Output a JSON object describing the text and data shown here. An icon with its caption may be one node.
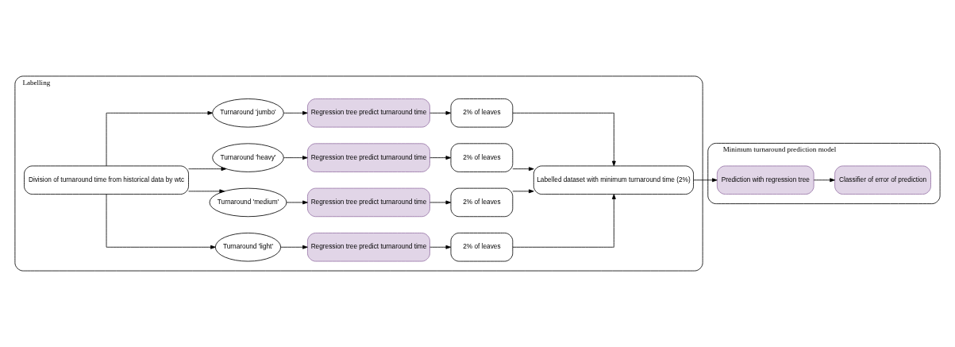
{
  "diagram": {
    "nodes": [
      {
        "text": [
          "Labelling"
        ]
      },
      {
        "text": [
          "Division of turnaround time from historical data by wtc"
        ],
        "in": 0
      },
      {
        "text": [
          "Turnaround 'light'"
        ],
        "in": 0
      },
      {
        "text": [
          "Regression tree predict turnaround time"
        ],
        "in": 0
      },
      {
        "text": [
          "2% of leaves"
        ],
        "in": 0
      },
      {
        "text": [
          "Turnaround 'medium'"
        ],
        "in": 0
      },
      {
        "text": [
          "Regression tree predict turnaround time"
        ],
        "in": 0
      },
      {
        "text": [
          "2% of leaves"
        ],
        "in": 0
      },
      {
        "text": [
          "Turnaround 'heavy'"
        ],
        "in": 0
      },
      {
        "text": [
          "Regression tree predict turnaround time"
        ],
        "in": 0
      },
      {
        "text": [
          "2% of leaves"
        ],
        "in": 0
      },
      {
        "text": [
          "Turnaround 'jumbo'"
        ],
        "in": 0
      },
      {
        "text": [
          "Regression tree predict turnaround time"
        ],
        "in": 0
      },
      {
        "text": [
          "2% of leaves"
        ],
        "in": 0
      },
      {
        "text": [
          "Labelled dataset with minimum turnaround time (2%)"
        ],
        "in": 0
      },
      {
        "text": [
          "Minimum turnaround prediction model"
        ]
      },
      {
        "text": [
          "Prediction with regression tree"
        ],
        "in": 15
      },
      {
        "text": [
          "Classifier of error of prediction"
        ],
        "in": 15
      }
    ],
    "edges": [
      {
        "from": 1,
        "to": 2,
        "arrow": "to"
      },
      {
        "from": 1,
        "to": 5,
        "arrow": "to"
      },
      {
        "from": 1,
        "to": 8,
        "arrow": "to"
      },
      {
        "from": 1,
        "to": 11,
        "arrow": "to"
      },
      {
        "from": 2,
        "to": 3,
        "arrow": "to"
      },
      {
        "from": 3,
        "to": 4,
        "arrow": "to"
      },
      {
        "from": 5,
        "to": 6,
        "arrow": "to"
      },
      {
        "from": 6,
        "to": 7,
        "arrow": "to"
      },
      {
        "from": 8,
        "to": 9,
        "arrow": "to"
      },
      {
        "from": 9,
        "to": 10,
        "arrow": "to"
      },
      {
        "from": 11,
        "to": 12,
        "arrow": "to"
      },
      {
        "from": 12,
        "to": 13,
        "arrow": "to"
      },
      {
        "from": 4,
        "to": 14,
        "arrow": "to"
      },
      {
        "from": 7,
        "to": 14,
        "arrow": "to"
      },
      {
        "from": 10,
        "to": 14,
        "arrow": "to"
      },
      {
        "from": 13,
        "to": 14,
        "arrow": "to"
      },
      {
        "from": 14,
        "to": 16,
        "arrow": "to"
      },
      {
        "from": 16,
        "to": 17,
        "arrow": "to"
      }
    ]
  }
}
